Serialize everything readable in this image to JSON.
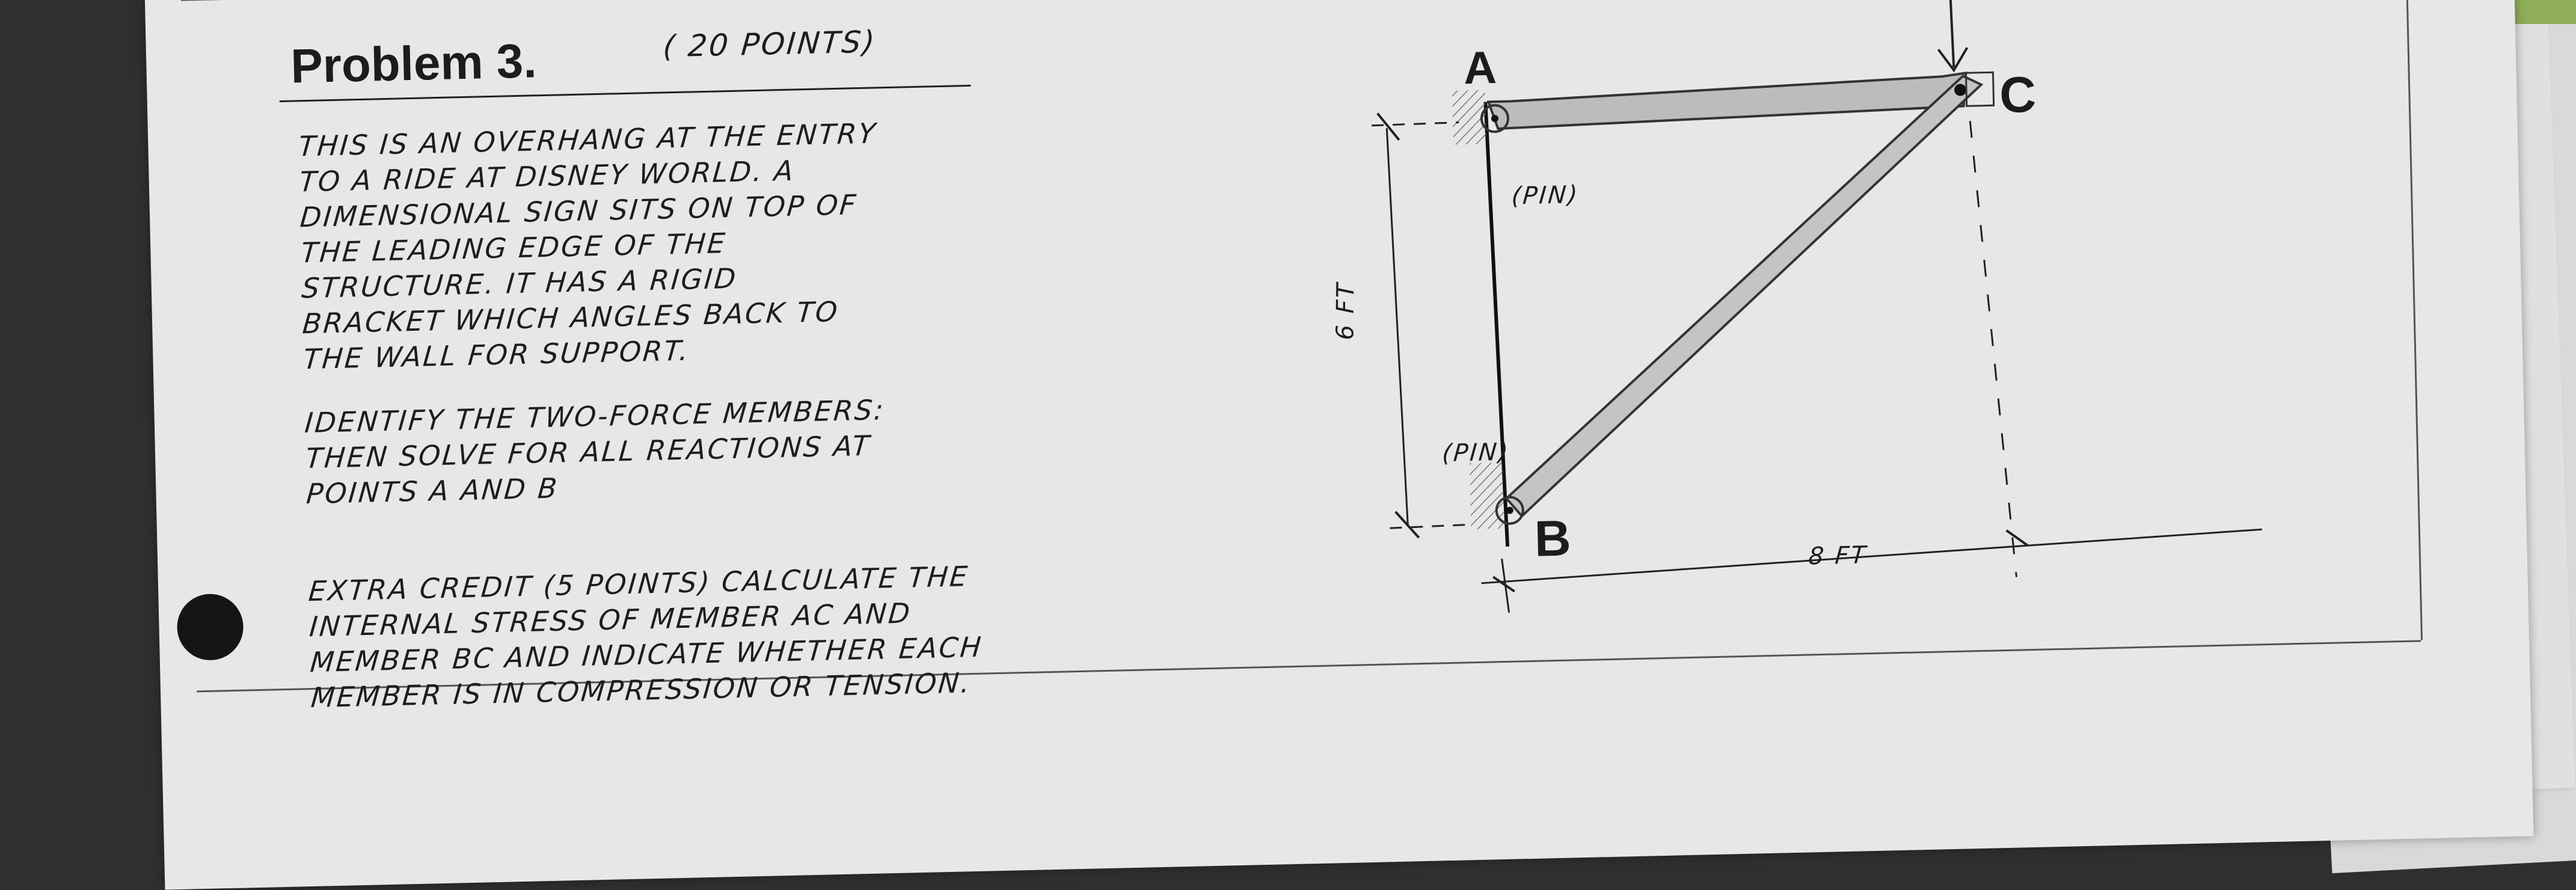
{
  "problem": {
    "title": "Problem 3.",
    "points": "( 20 POINTS)"
  },
  "description": [
    "THIS IS AN OVERHANG AT THE ENTRY",
    "TO A RIDE AT DISNEY WORLD.  A",
    "DIMENSIONAL SIGN SITS ON TOP OF",
    "THE LEADING EDGE OF THE",
    "STRUCTURE.  IT HAS A RIGID",
    "BRACKET WHICH ANGLES BACK TO",
    "THE WALL FOR SUPPORT."
  ],
  "instructions": [
    "IDENTIFY THE TWO-FORCE MEMBERS:",
    "THEN SOLVE FOR ALL REACTIONS AT",
    "POINTS A AND B"
  ],
  "extra_credit": [
    "EXTRA CREDIT (5 POINTS) CALCULATE THE",
    "INTERNAL STRESS OF MEMBER AC AND",
    "MEMBER BC AND INDICATE WHETHER EACH",
    "MEMBER IS IN COMPRESSION OR TENSION."
  ],
  "diagram": {
    "point_a": "A",
    "point_b": "B",
    "point_c": "C",
    "pin_a": "(PIN)",
    "pin_b": "(PIN)",
    "height_dim": "6 FT",
    "width_dim": "8 FT"
  }
}
